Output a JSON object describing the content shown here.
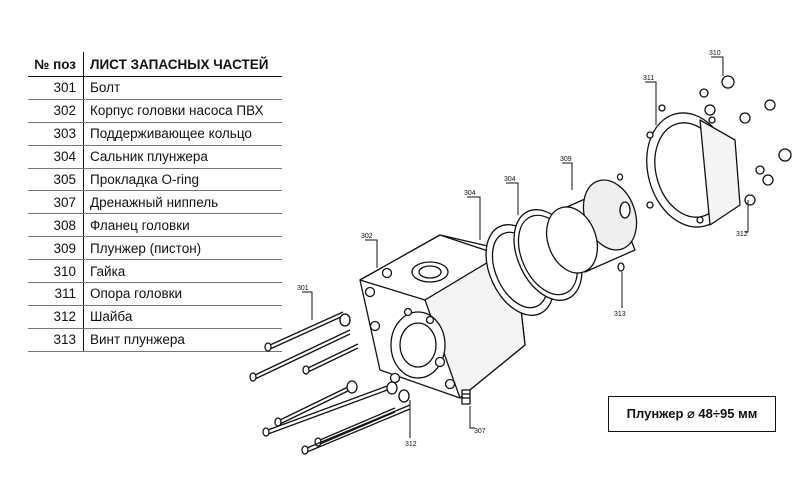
{
  "table": {
    "header_num": "№ поз",
    "header_title": "ЛИСТ ЗАПАСНЫХ ЧАСТЕЙ",
    "rows": [
      {
        "num": "301",
        "name": "Болт"
      },
      {
        "num": "302",
        "name": "Корпус головки насоса ПВХ"
      },
      {
        "num": "303",
        "name": "Поддерживающее кольцо"
      },
      {
        "num": "304",
        "name": "Сальник плунжера"
      },
      {
        "num": "305",
        "name": "Прокладка  O-ring"
      },
      {
        "num": "307",
        "name": "Дренажный ниппель"
      },
      {
        "num": "308",
        "name": "Фланец головки"
      },
      {
        "num": "309",
        "name": "Плунжер (пистон)"
      },
      {
        "num": "310",
        "name": "Гайка"
      },
      {
        "num": "311",
        "name": "Опора головки"
      },
      {
        "num": "312",
        "name": "Шайба"
      },
      {
        "num": "313",
        "name": "Винт плунжера"
      }
    ]
  },
  "callouts": {
    "c301": "301",
    "c302": "302",
    "c304": "304",
    "c309": "309",
    "c310": "310",
    "c311": "311",
    "c312a": "312",
    "c312b": "312",
    "c313": "313",
    "c307": "307"
  },
  "plunger_note": "Плунжер ⌀ 48÷95  мм"
}
